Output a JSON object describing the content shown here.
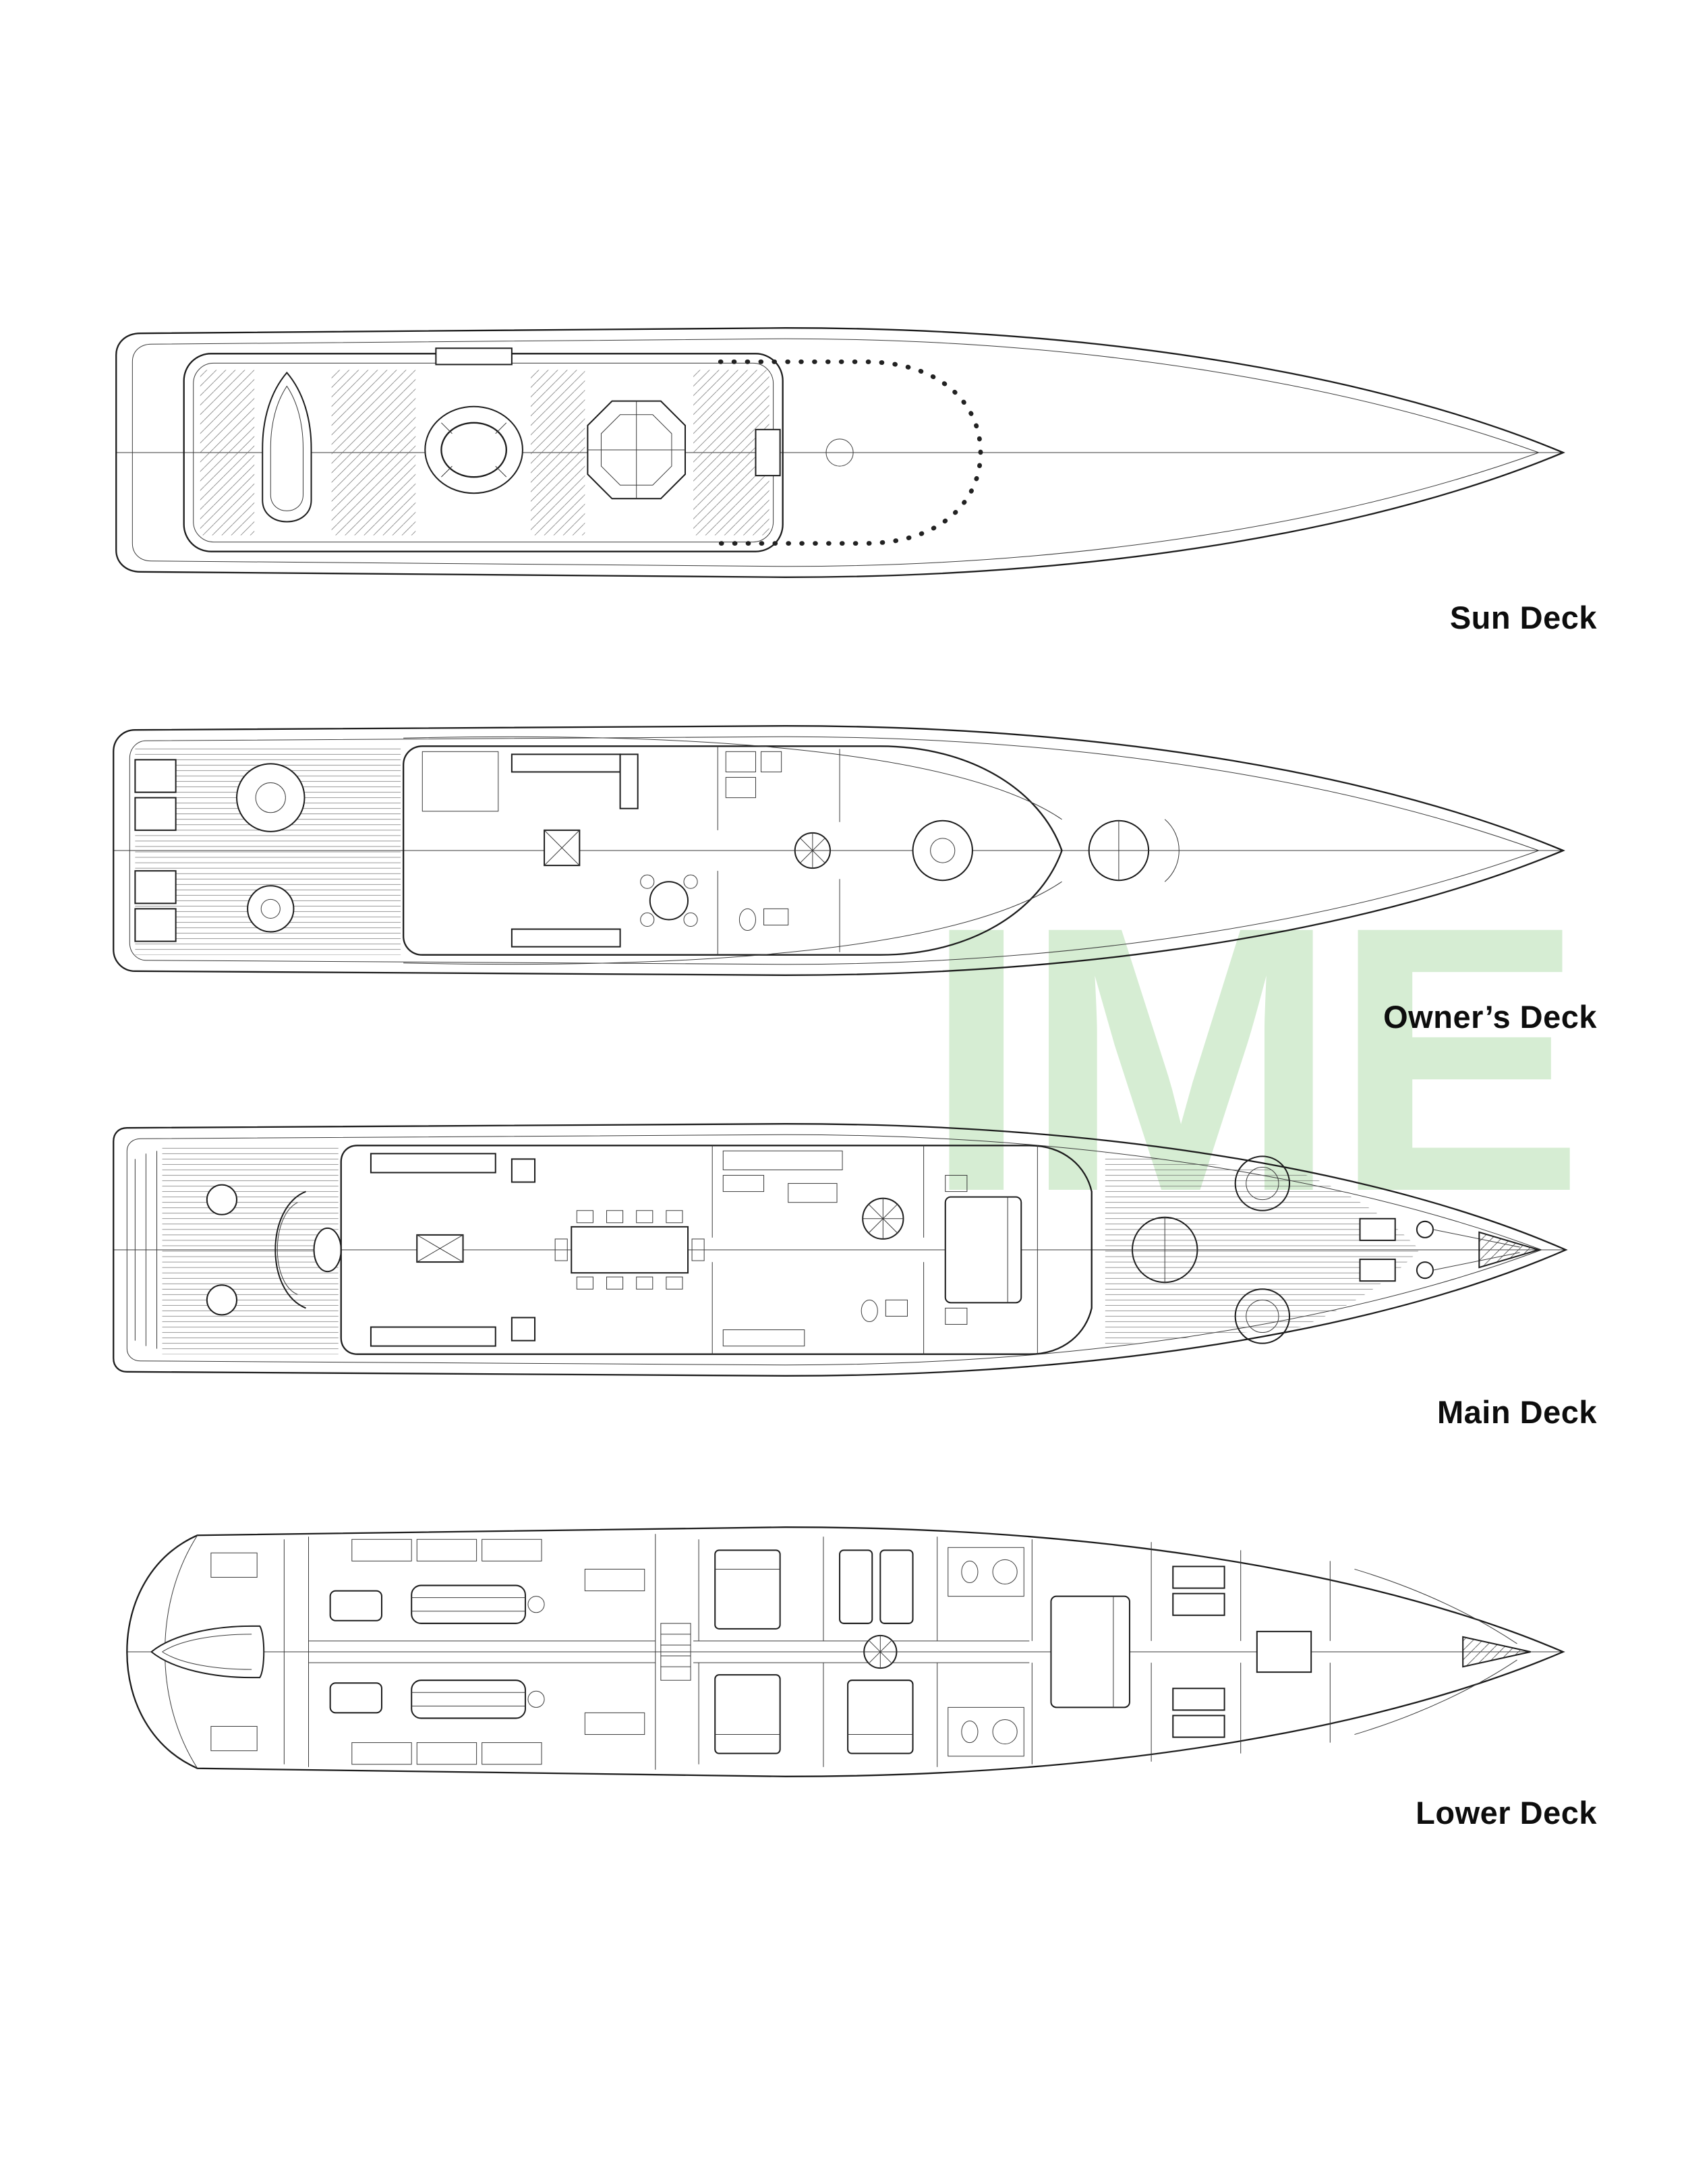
{
  "page": {
    "background": "#ffffff"
  },
  "watermark": {
    "text": "IME",
    "color": "#d6edd3"
  },
  "drawing": {
    "line_color": "#1d1d1d",
    "style": "yacht general-arrangement plan, bow pointing right"
  },
  "decks": [
    {
      "id": "sun-deck",
      "label": "Sun Deck"
    },
    {
      "id": "owners-deck",
      "label": "Owner’s Deck"
    },
    {
      "id": "main-deck",
      "label": "Main Deck"
    },
    {
      "id": "lower-deck",
      "label": "Lower Deck"
    }
  ]
}
